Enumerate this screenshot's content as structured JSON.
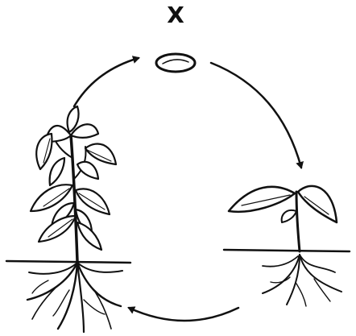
{
  "diagram": {
    "stage_label": "X",
    "ink_color": "#111111",
    "background_color": "#ffffff",
    "stages": [
      "seed-stage-x",
      "seedling",
      "mature-plant"
    ],
    "cycle_direction": "clockwise"
  }
}
